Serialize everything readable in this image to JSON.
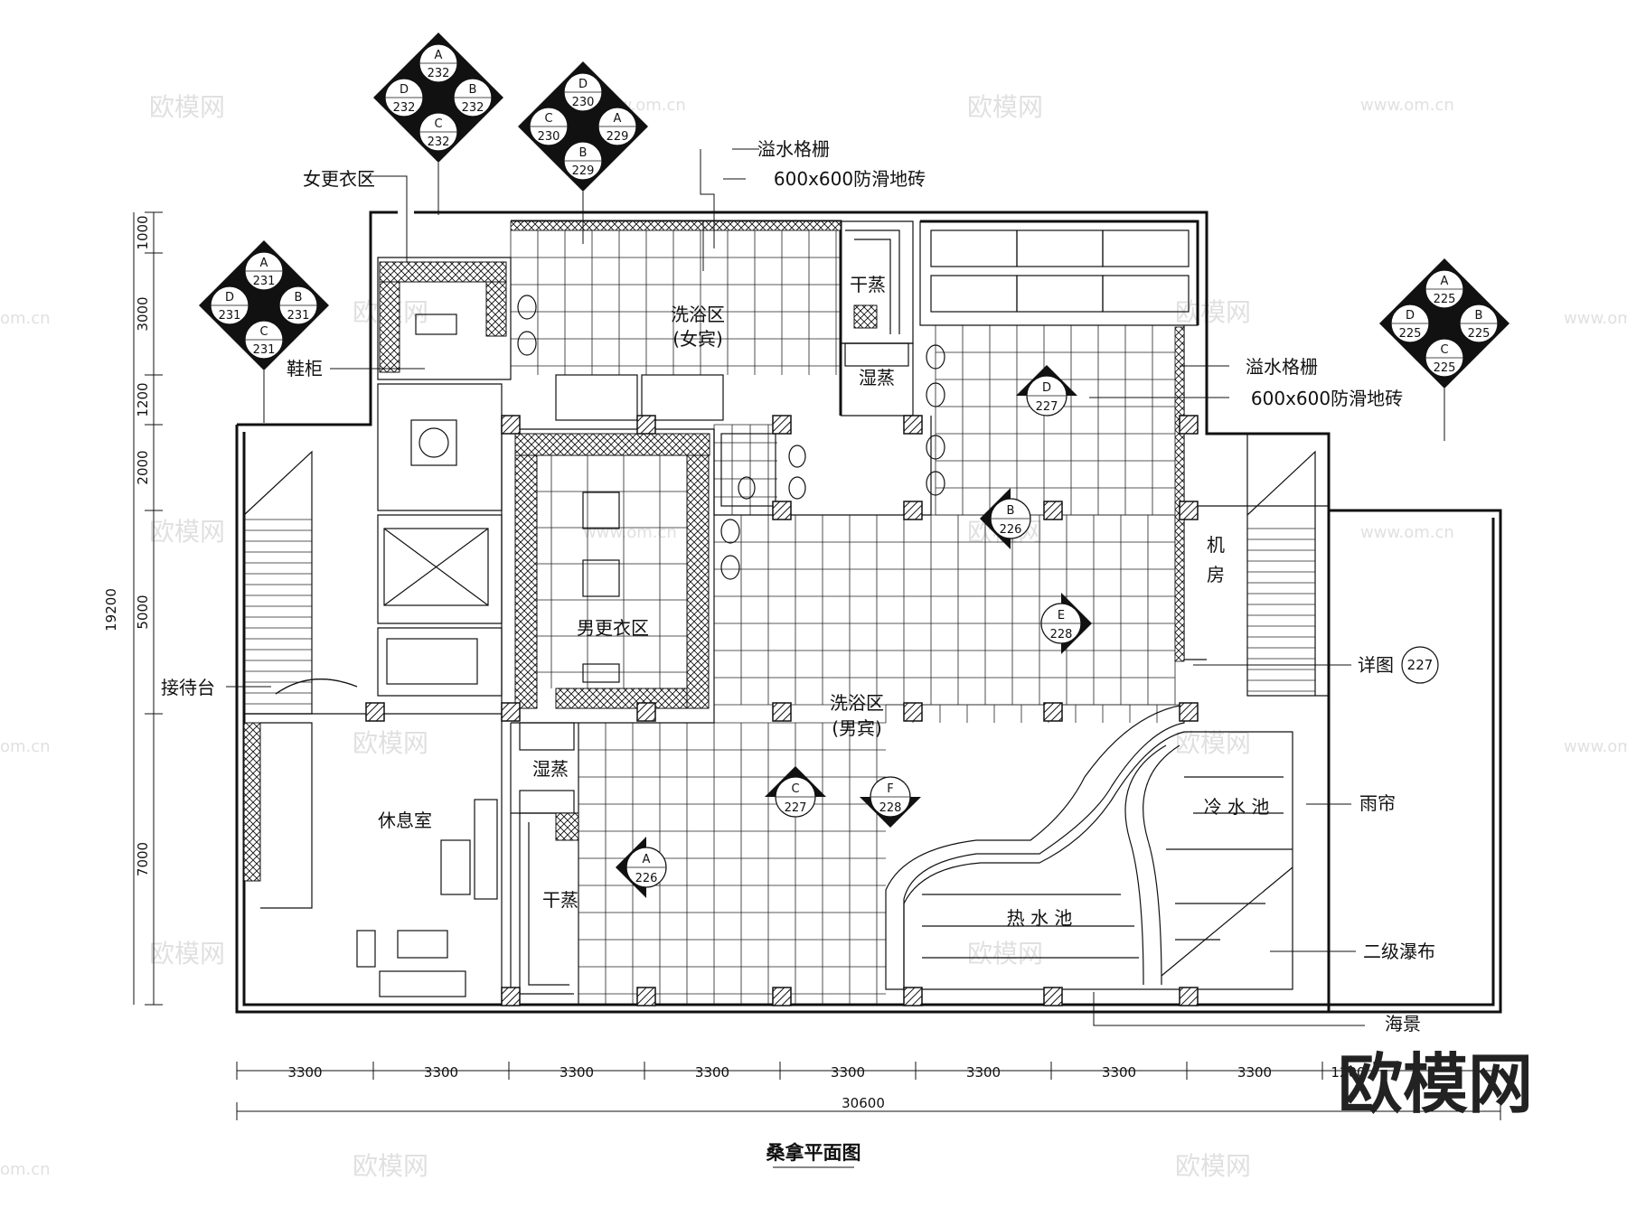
{
  "rooms": {
    "female_locker": "女更衣区",
    "shoe_cabinet": "鞋柜",
    "reception": "接待台",
    "lounge": "休息室",
    "male_locker": "男更衣区",
    "female_bath_1": "洗浴区",
    "female_bath_2": "(女宾)",
    "male_bath_1": "洗浴区",
    "male_bath_2": "(男宾)",
    "dry_sauna_top": "干蒸",
    "wet_sauna_top": "湿蒸",
    "wet_sauna_bottom": "湿蒸",
    "dry_sauna_bottom": "干蒸",
    "machine_room_1": "机",
    "machine_room_2": "房",
    "cold_pool": "冷 水 池",
    "hot_pool": "热 水 池"
  },
  "notes": {
    "overflow_grate_top": "溢水格栅",
    "tile_top": "600x600防滑地砖",
    "overflow_grate_right": "溢水格栅",
    "tile_right": "600x600防滑地砖",
    "detail_label": "详图",
    "detail_number": "227",
    "rain_curtain": "雨帘",
    "waterfall": "二级瀑布",
    "sea_view": "海景"
  },
  "elevation_keys": [
    {
      "top": {
        "letter": "A",
        "num": "232"
      },
      "left": {
        "letter": "D",
        "num": "232"
      },
      "right": {
        "letter": "B",
        "num": "232"
      },
      "bottom": {
        "letter": "C",
        "num": "232"
      }
    },
    {
      "top": {
        "letter": "D",
        "num": "230"
      },
      "left": {
        "letter": "C",
        "num": "230"
      },
      "right": {
        "letter": "A",
        "num": "229"
      },
      "bottom": {
        "letter": "B",
        "num": "229"
      }
    },
    {
      "top": {
        "letter": "A",
        "num": "231"
      },
      "left": {
        "letter": "D",
        "num": "231"
      },
      "right": {
        "letter": "B",
        "num": "231"
      },
      "bottom": {
        "letter": "C",
        "num": "231"
      }
    },
    {
      "top": {
        "letter": "A",
        "num": "225"
      },
      "left": {
        "letter": "D",
        "num": "225"
      },
      "right": {
        "letter": "B",
        "num": "225"
      },
      "bottom": {
        "letter": "C",
        "num": "225"
      }
    }
  ],
  "section_markers": [
    {
      "letter": "D",
      "num": "227"
    },
    {
      "letter": "B",
      "num": "226"
    },
    {
      "letter": "E",
      "num": "228"
    },
    {
      "letter": "C",
      "num": "227"
    },
    {
      "letter": "F",
      "num": "228"
    },
    {
      "letter": "A",
      "num": "226"
    }
  ],
  "dimensions": {
    "horizontal": [
      "3300",
      "3300",
      "3300",
      "3300",
      "3300",
      "3300",
      "3300",
      "3300",
      "1200"
    ],
    "total": "30600",
    "vertical": [
      "1000",
      "3000",
      "1200",
      "2000",
      "5000",
      "7000"
    ],
    "vertical_total": "19200"
  },
  "title": "桑拿平面图",
  "brand": "欧模网",
  "watermark": "欧模网",
  "watermark_url": "www.om.cn",
  "watermark_edge": "om.cn"
}
